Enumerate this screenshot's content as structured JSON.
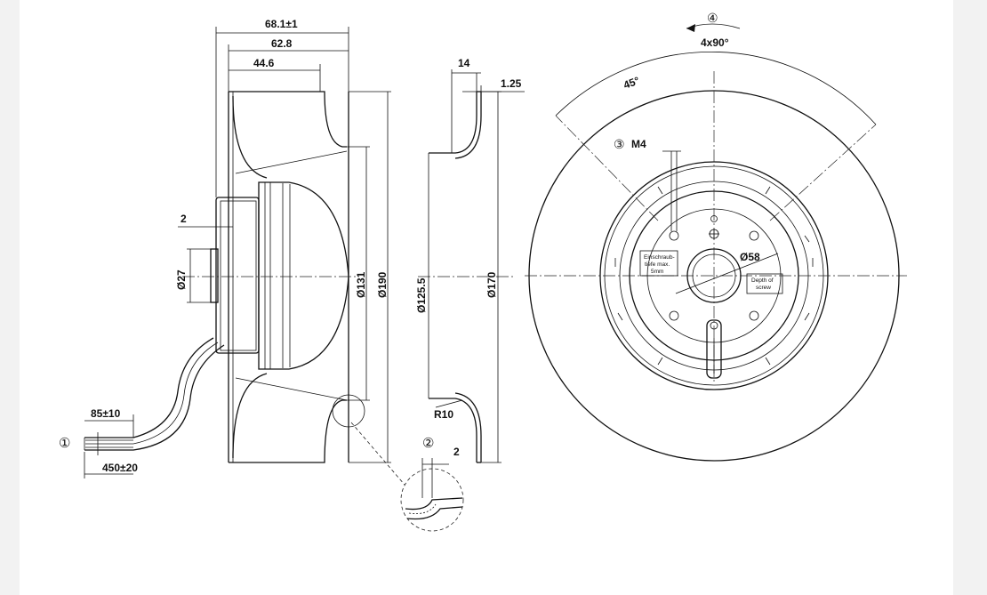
{
  "side_view": {
    "dim_overall": "68.1±1",
    "dim_628": "62.8",
    "dim_446": "44.6",
    "dim_2": "2",
    "dim_27": "Ø27",
    "dim_131": "Ø131",
    "dim_190": "Ø190",
    "cable_85": "85±10",
    "cable_450": "450±20",
    "marker_1": "①"
  },
  "section_view": {
    "dim_14": "14",
    "dim_125": "1.25",
    "dim_1255": "Ø125.5",
    "dim_170": "Ø170",
    "radius": "R10",
    "marker_2": "②",
    "detail_dim_2": "2"
  },
  "front_view": {
    "marker_4": "④",
    "angle_4x90": "4x90°",
    "angle_45": "45°",
    "marker_3": "③",
    "thread": "M4",
    "dim_58": "Ø58",
    "note_de_1": "Einschraub-",
    "note_de_2": "tiefe max.",
    "note_de_3": "5mm",
    "note_en_1": "Depth of",
    "note_en_2": "screw"
  }
}
